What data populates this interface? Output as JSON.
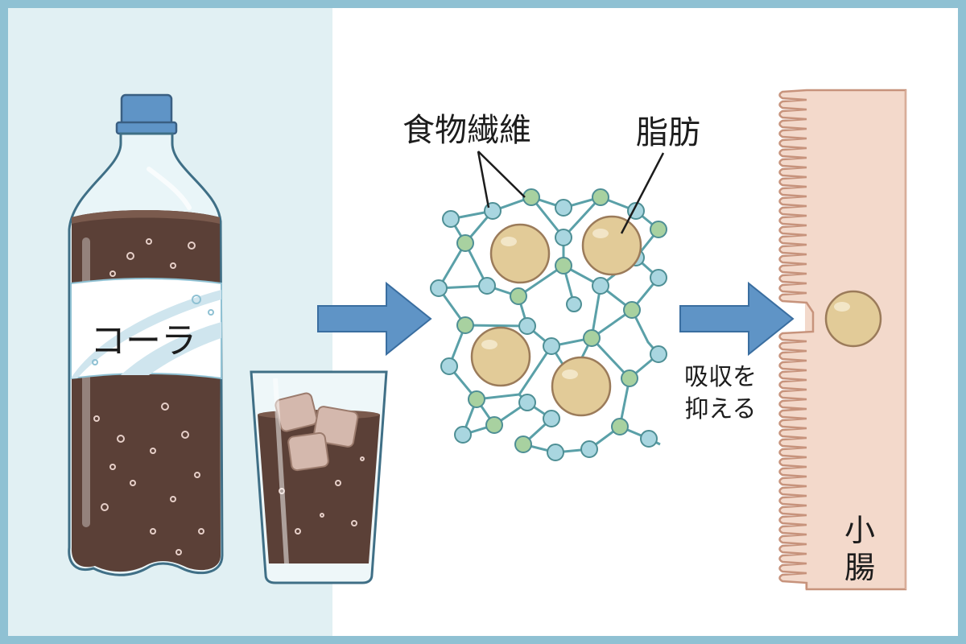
{
  "labels": {
    "cola": "コーラ",
    "fiber": "食物繊維",
    "fat": "脂肪",
    "absorb_line1": "吸収を",
    "absorb_line2": "抑える",
    "intestine_line1": "小",
    "intestine_line2": "腸"
  },
  "colors": {
    "frame": "#8fc1d3",
    "left_panel": "#e1f0f3",
    "right_panel": "#ffffff",
    "cola": "#5b4037",
    "arrow": "#5f94c6",
    "fiber_blue": "#a9d6e0",
    "fiber_green": "#a8d1a0",
    "fiber_line": "#5aa0a8",
    "fat": "#e2cb98",
    "intestine": "#f3d9cb",
    "intestine_edge": "#c7937c"
  },
  "icons": [
    "cola-bottle-icon",
    "glass-with-ice-icon",
    "arrow-right-icon",
    "fiber-network-icon",
    "fat-droplet-icon",
    "intestine-wall-icon"
  ]
}
